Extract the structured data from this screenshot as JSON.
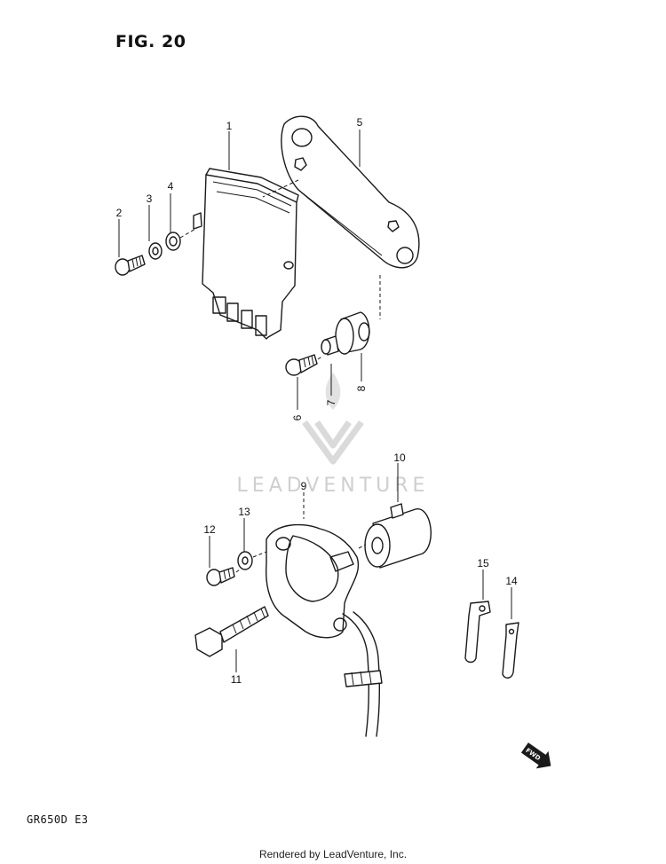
{
  "figure": {
    "title": "FIG. 20",
    "model_code": "GR650D  E3"
  },
  "callouts": [
    "1",
    "2",
    "3",
    "4",
    "5",
    "6",
    "7",
    "8",
    "9",
    "10",
    "11",
    "12",
    "13",
    "14",
    "15"
  ],
  "watermark": {
    "text": "LEADVENTURE",
    "color": "#cfcfcf"
  },
  "fwd_mark": "FWD",
  "footer": {
    "credit": "Rendered by LeadVenture, Inc."
  },
  "colors": {
    "ink": "#1a1a1a",
    "background": "#ffffff"
  }
}
